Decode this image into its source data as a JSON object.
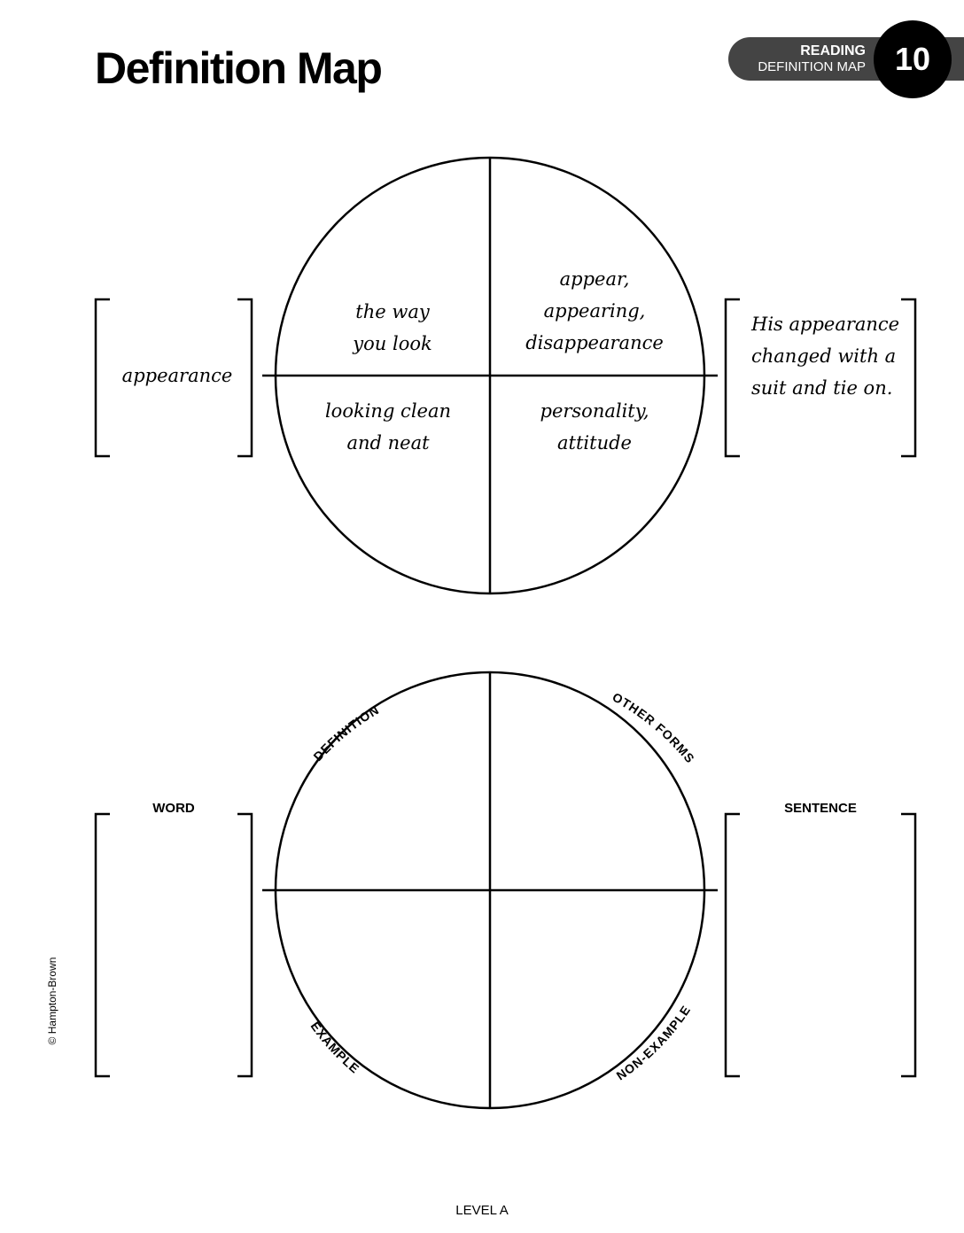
{
  "header": {
    "title": "Definition Map",
    "badge_line1": "READING",
    "badge_line2": "DEFINITION MAP",
    "badge_number": "10"
  },
  "example_map": {
    "word": "appearance",
    "definition": "the way\nyou look",
    "other_forms": "appear,\nappearing,\ndisappearance",
    "example": "looking clean\nand neat",
    "non_example": "personality,\nattitude",
    "sentence": "His appearance changed with a suit and tie on."
  },
  "blank_map": {
    "word_label": "WORD",
    "sentence_label": "SENTENCE",
    "definition_label": "DEFINITION",
    "other_forms_label": "OTHER FORMS",
    "example_label": "EXAMPLE",
    "non_example_label": "NON-EXAMPLE"
  },
  "credit": "© Hampton-Brown",
  "footer": "LEVEL A"
}
